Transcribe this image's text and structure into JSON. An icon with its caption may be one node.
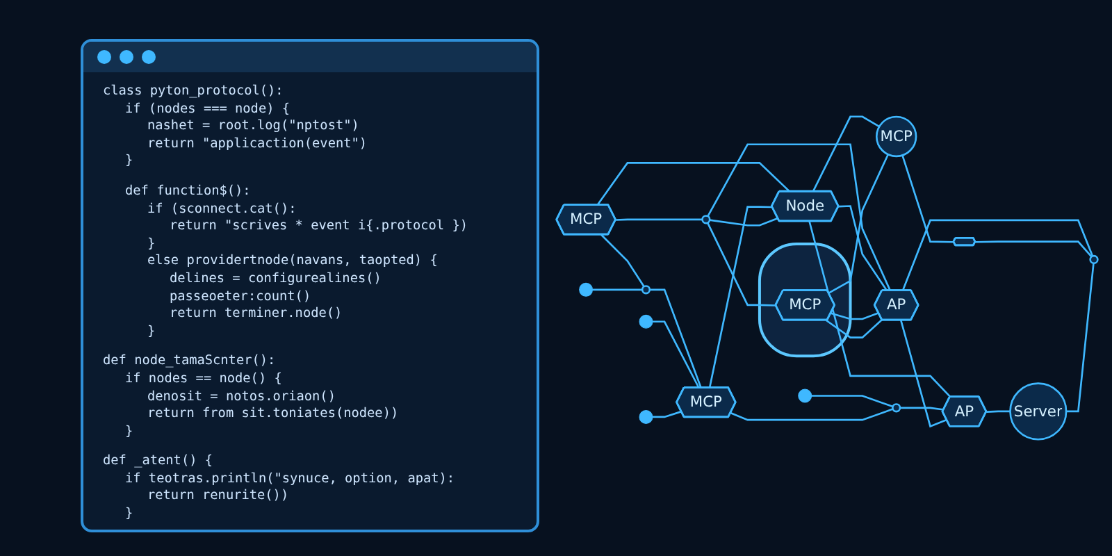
{
  "diagram": {
    "nodes": [
      {
        "text": [
          "MCP"
        ]
      },
      {
        "text": [],
        "shape": "circle"
      },
      {
        "text": [
          "MCP"
        ]
      },
      {
        "text": [
          "Node"
        ]
      },
      {
        "text": [],
        "shape": "circle"
      },
      {
        "text": [],
        "shape": "shield"
      },
      {
        "text": [
          "MCP"
        ],
        "in": 5
      },
      {
        "text": [
          "AP"
        ]
      },
      {
        "text": [],
        "shape": "circle"
      },
      {
        "text": [
          "MCP"
        ]
      },
      {
        "text": [],
        "shape": "hexagon"
      },
      {
        "text": [
          "AP"
        ]
      },
      {
        "text": [
          "Server"
        ]
      },
      {
        "text": [],
        "shape": "circle"
      }
    ],
    "edges": [
      {
        "from": 0,
        "to": 1,
        "arrow": "none"
      },
      {
        "from": 0,
        "to": 3,
        "arrow": "none"
      },
      {
        "from": 0,
        "to": 4,
        "arrow": "none"
      },
      {
        "from": 1,
        "to": 2,
        "arrow": "none"
      },
      {
        "from": null,
        "to": 1,
        "arrow": "other"
      },
      {
        "from": null,
        "to": 2,
        "arrow": "other"
      },
      {
        "from": null,
        "to": 2,
        "arrow": "other"
      },
      {
        "from": null,
        "to": 8,
        "arrow": "other"
      },
      {
        "from": 2,
        "to": 3,
        "arrow": "none"
      },
      {
        "from": 2,
        "to": 8,
        "arrow": "none"
      },
      {
        "from": 4,
        "to": 6,
        "arrow": "none"
      },
      {
        "from": 4,
        "to": 3,
        "arrow": "none"
      },
      {
        "from": 4,
        "to": 7,
        "arrow": "none"
      },
      {
        "from": 3,
        "to": 9,
        "arrow": "none"
      },
      {
        "from": 3,
        "to": 7,
        "arrow": "none"
      },
      {
        "from": 3,
        "to": 11,
        "arrow": "none"
      },
      {
        "from": 6,
        "to": 7,
        "arrow": "none"
      },
      {
        "from": 6,
        "to": 7,
        "arrow": "none"
      },
      {
        "from": 6,
        "to": 9,
        "arrow": "none"
      },
      {
        "from": 9,
        "to": 10,
        "arrow": "none"
      },
      {
        "from": 8,
        "to": 11,
        "arrow": "none"
      },
      {
        "from": 7,
        "to": 11,
        "arrow": "none"
      },
      {
        "from": 7,
        "to": 13,
        "arrow": "none"
      },
      {
        "from": 10,
        "to": 13,
        "arrow": "none"
      },
      {
        "from": 11,
        "to": 12,
        "arrow": "none"
      },
      {
        "from": 12,
        "to": 13,
        "arrow": "none"
      }
    ],
    "labels": [
      "class pyton_protocol():",
      "if (nodes === node) {",
      "nashet = root.log(\"nptost\")",
      "return \"applicaction(event\")",
      "}",
      "def function$():",
      "if (sconnect.cat():",
      "return \"scrives * event i{.protocol })",
      "}",
      "else providertnode(navans, taopted) {",
      "delines = configurealines()",
      "passeoeter:count()",
      "return terminer.node()",
      "}",
      "def node_tamaScnter():",
      "if nodes == node() {",
      "denosit = notos.oriaon()",
      "return from sit.toniates(nodee))",
      "}",
      "def _atent() {",
      "if teotras.println(\"synuce, option, apat):",
      "return renurite())",
      "}"
    ]
  }
}
